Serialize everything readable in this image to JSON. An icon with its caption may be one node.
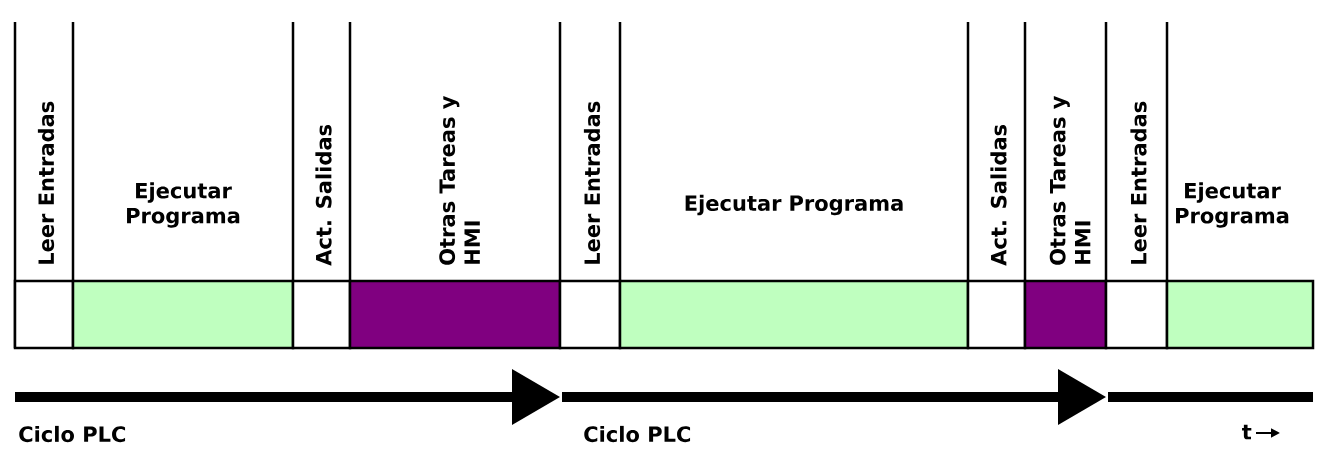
{
  "diagram": {
    "nodes": [
      {
        "text": [
          "Leer Entradas"
        ]
      },
      {
        "text": [
          "Ejecutar Programa"
        ]
      },
      {
        "text": [
          "Act. Salidas"
        ]
      },
      {
        "text": [
          "Otras Tareas y HMI"
        ]
      },
      {
        "text": [
          "Leer Entradas"
        ]
      },
      {
        "text": [
          "Ejecutar Programa"
        ]
      },
      {
        "text": [
          "Act. Salidas"
        ]
      },
      {
        "text": [
          "Otras Tareas y HMI"
        ]
      },
      {
        "text": [
          "Leer Entradas"
        ]
      },
      {
        "text": [
          "Ejecutar Programa"
        ]
      }
    ],
    "labels": [
      "Ciclo PLC",
      "Ciclo PLC",
      "t"
    ]
  }
}
